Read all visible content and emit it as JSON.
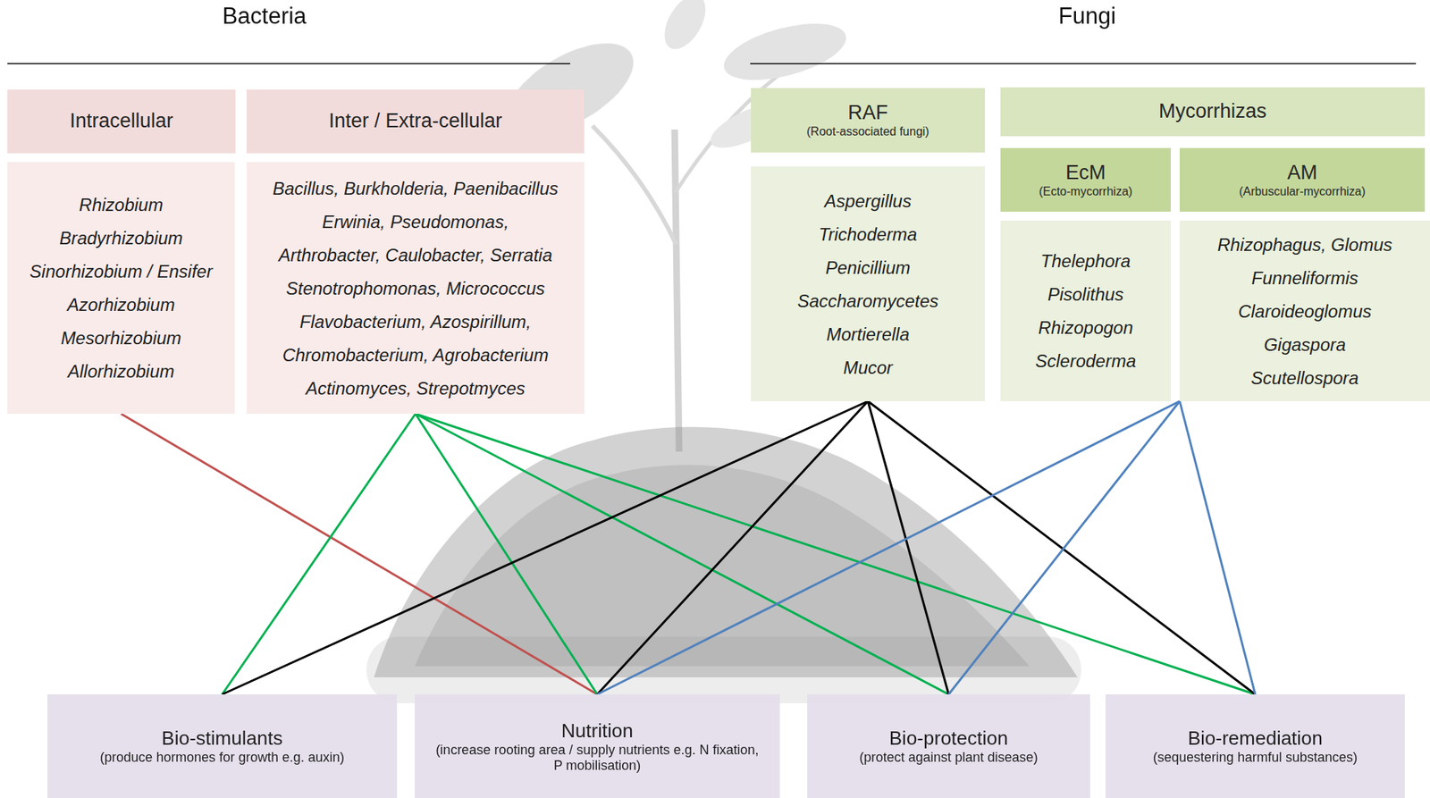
{
  "diagram": {
    "nodes": [
      {
        "text": [
          "Intracellular"
        ]
      },
      {
        "text": [
          "Rhizobium",
          "Bradyrhizobium",
          "Sinorhizobium / Ensifer",
          "Azorhizobium",
          "Mesorhizobium",
          "Allorhizobium"
        ]
      },
      {
        "text": [
          "Inter / Extra-cellular"
        ]
      },
      {
        "text": [
          "Bacillus, Burkholderia, Paenibacillus",
          "Erwinia, Pseudomonas,",
          "Arthrobacter, Caulobacter, Serratia",
          "Stenotrophomonas, Micrococcus",
          "Flavobacterium, Azospirillum,",
          "Chromobacterium, Agrobacterium",
          "Actinomyces, Strepotmyces"
        ]
      },
      {
        "text": [
          "RAF",
          "(Root-associated fungi)"
        ]
      },
      {
        "text": [
          "Aspergillus",
          "Trichoderma",
          "Penicillium",
          "Saccharomycetes",
          "Mortierella",
          "Mucor"
        ]
      },
      {
        "text": [
          "Mycorrhizas"
        ]
      },
      {
        "text": [
          "EcM",
          "(Ecto-mycorrhiza)"
        ]
      },
      {
        "text": [
          "Thelephora",
          "Pisolithus",
          "Rhizopogon",
          "Scleroderma"
        ]
      },
      {
        "text": [
          "AM",
          "(Arbuscular-mycorrhiza)"
        ]
      },
      {
        "text": [
          "Rhizophagus, Glomus",
          "Funneliformis",
          "Claroideoglomus",
          "Gigaspora",
          "Scutellospora"
        ]
      },
      {
        "text": [
          "Bio-stimulants",
          "(produce hormones for growth e.g. auxin)"
        ]
      },
      {
        "text": [
          "Nutrition",
          "(increase rooting area / supply nutrients e.g. N fixation, P mobilisation)"
        ]
      },
      {
        "text": [
          "Bio-protection",
          "(protect against plant disease)"
        ]
      },
      {
        "text": [
          "Bio-remediation",
          "(sequestering harmful substances)"
        ]
      }
    ],
    "edges": [
      {
        "from": 1,
        "to": 12,
        "arrow": "none"
      },
      {
        "from": 3,
        "to": 11,
        "arrow": "none"
      },
      {
        "from": 3,
        "to": 12,
        "arrow": "none"
      },
      {
        "from": 3,
        "to": 13,
        "arrow": "none"
      },
      {
        "from": 3,
        "to": 14,
        "arrow": "none"
      },
      {
        "from": 5,
        "to": 11,
        "arrow": "none"
      },
      {
        "from": 5,
        "to": 12,
        "arrow": "none"
      },
      {
        "from": 5,
        "to": 13,
        "arrow": "none"
      },
      {
        "from": 5,
        "to": 14,
        "arrow": "none"
      },
      {
        "from": 10,
        "to": 12,
        "arrow": "none"
      },
      {
        "from": 10,
        "to": 13,
        "arrow": "none"
      },
      {
        "from": 10,
        "to": 14,
        "arrow": "none"
      }
    ],
    "labels": [
      "Bacteria",
      "Fungi"
    ]
  }
}
